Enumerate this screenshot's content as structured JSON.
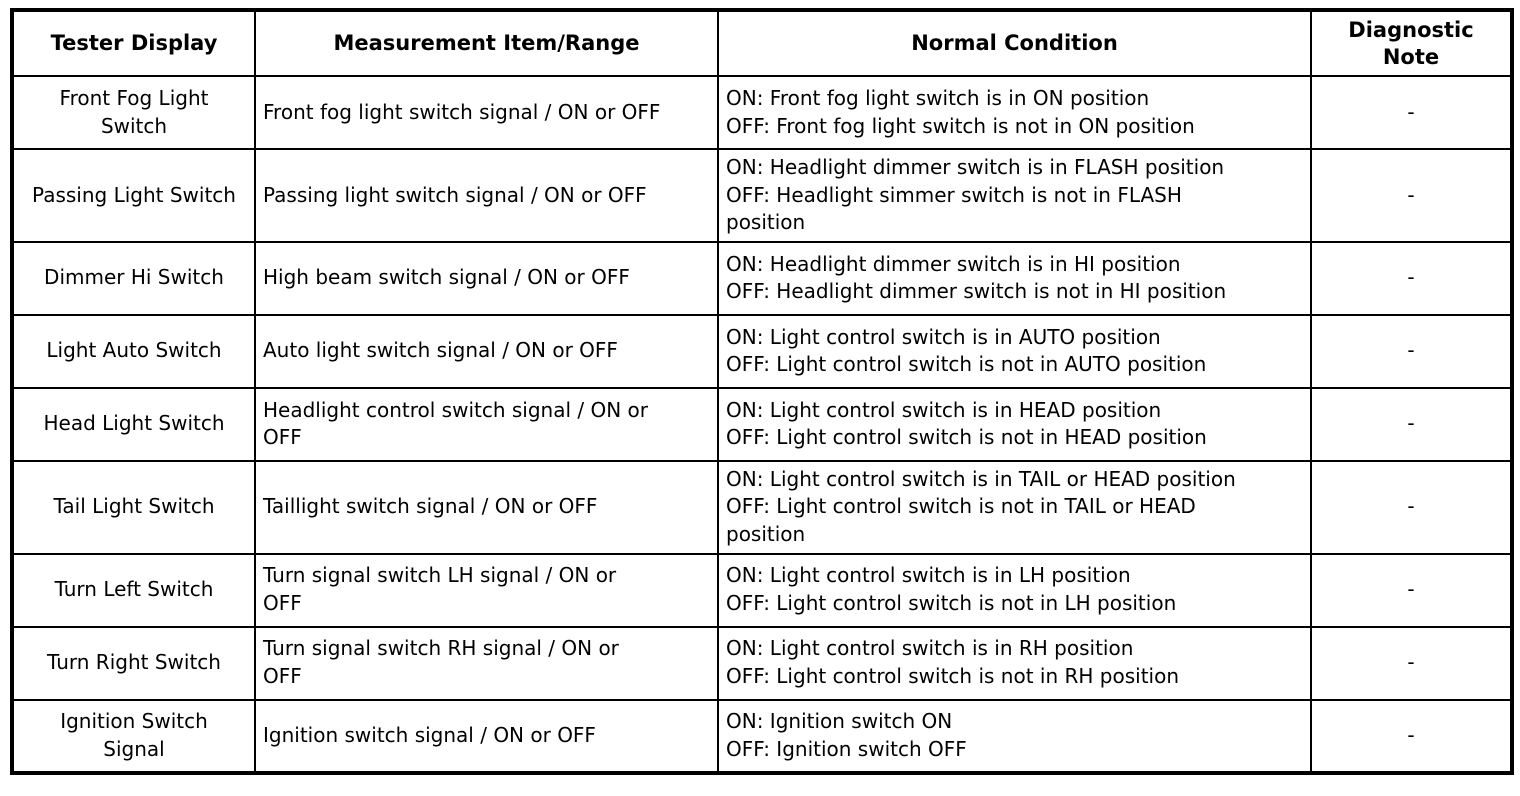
{
  "table": {
    "headers": [
      "Tester Display",
      "Measurement Item/Range",
      "Normal Condition",
      "Diagnostic\nNote"
    ],
    "rows": [
      {
        "tester_display": "Front Fog Light\nSwitch",
        "measurement": "Front fog light switch signal / ON or OFF",
        "normal_condition": "ON: Front fog light switch is in ON position\nOFF: Front fog light switch is not in ON position",
        "diagnostic_note": "-"
      },
      {
        "tester_display": "Passing Light Switch",
        "measurement": "Passing light switch signal / ON or OFF",
        "normal_condition": "ON: Headlight dimmer switch is in FLASH position\nOFF: Headlight simmer switch is not in FLASH\nposition",
        "diagnostic_note": "-"
      },
      {
        "tester_display": "Dimmer Hi Switch",
        "measurement": "High beam switch signal / ON or OFF",
        "normal_condition": "ON: Headlight dimmer switch is in HI position\nOFF: Headlight dimmer switch is not in HI position",
        "diagnostic_note": "-"
      },
      {
        "tester_display": "Light Auto Switch",
        "measurement": "Auto light switch signal / ON or OFF",
        "normal_condition": "ON: Light control switch is in AUTO position\nOFF: Light control switch is not in AUTO position",
        "diagnostic_note": "-"
      },
      {
        "tester_display": "Head Light Switch",
        "measurement": "Headlight control switch signal / ON or\nOFF",
        "normal_condition": "ON: Light control switch is in HEAD position\nOFF: Light control switch is not in HEAD position",
        "diagnostic_note": "-"
      },
      {
        "tester_display": "Tail Light Switch",
        "measurement": "Taillight switch signal / ON or OFF",
        "normal_condition": "ON: Light control switch is in TAIL or HEAD position\nOFF: Light control switch is not in TAIL or HEAD\nposition",
        "diagnostic_note": "-"
      },
      {
        "tester_display": "Turn Left Switch",
        "measurement": "Turn signal switch LH signal / ON or\nOFF",
        "normal_condition": "ON: Light control switch is in LH position\nOFF: Light control switch is not in LH position",
        "diagnostic_note": "-"
      },
      {
        "tester_display": "Turn Right Switch",
        "measurement": "Turn signal switch RH signal / ON or\nOFF",
        "normal_condition": "ON: Light control switch is in RH position\nOFF: Light control switch is not in RH position",
        "diagnostic_note": "-"
      },
      {
        "tester_display": "Ignition Switch\nSignal",
        "measurement": "Ignition switch signal / ON or OFF",
        "normal_condition": "ON: Ignition switch ON\nOFF: Ignition switch OFF",
        "diagnostic_note": "-"
      }
    ]
  }
}
